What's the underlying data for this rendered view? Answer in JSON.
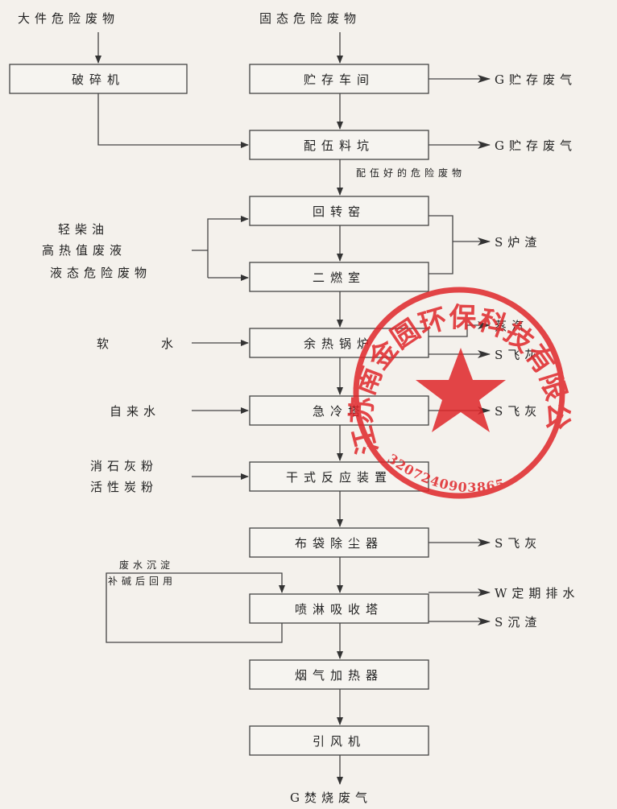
{
  "inputs": {
    "large_waste": "大件危险废物",
    "solid_waste": "固态危险废物",
    "soft_water": "软",
    "soft_water_2": "水",
    "tap_water": "自来水",
    "fuel_1": "轻柴油",
    "fuel_2": "高热值废液",
    "fuel_3": "液态危险废物",
    "reagent_1": "消石灰粉",
    "reagent_2": "活性炭粉",
    "recycle_1": "废水沉淀",
    "recycle_2": "补碱后回用"
  },
  "boxes": {
    "crusher": "破碎机",
    "storage": "贮存车间",
    "blending": "配伍料坑",
    "kiln": "回转窑",
    "secondary": "二燃室",
    "boiler": "余热锅炉",
    "quench": "急冷塔",
    "dry_reactor": "干式反应装置",
    "bag_filter": "布袋除尘器",
    "scrubber": "喷淋吸收塔",
    "heater": "烟气加热器",
    "fan": "引风机"
  },
  "outputs": {
    "gas_1": "G贮存废气",
    "gas_2": "G贮存废气",
    "slag": "S炉渣",
    "steam": "蒸汽",
    "ash_1": "S飞灰",
    "ash_2": "S飞灰",
    "ash_3": "S飞灰",
    "drain": "W定期排水",
    "sediment": "S沉渣",
    "final": "G焚烧废气"
  },
  "notes": {
    "blended": "配伍好的危险废物"
  },
  "stamp": {
    "text": "江苏南金圆环保科技有限公司",
    "code": "3207240903865"
  }
}
